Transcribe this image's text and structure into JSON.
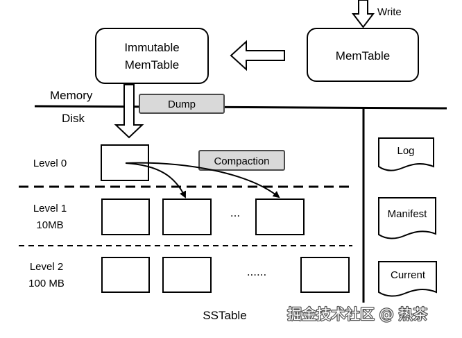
{
  "top": {
    "write_label": "Write",
    "memtable_label": "MemTable",
    "immutable_line1": "Immutable",
    "immutable_line2": "MemTable"
  },
  "divider": {
    "memory_label": "Memory",
    "disk_label": "Disk",
    "dump_label": "Dump"
  },
  "levels": [
    {
      "name": "Level 0",
      "size": ""
    },
    {
      "name": "Level 1",
      "size": "10MB"
    },
    {
      "name": "Level 2",
      "size": "100 MB"
    }
  ],
  "compaction_label": "Compaction",
  "ellipsis_level1": "...",
  "ellipsis_level2": "......",
  "sstable_label": "SSTable",
  "files": [
    "Log",
    "Manifest",
    "Current"
  ],
  "watermark": "掘金技术社区 @ 热茶",
  "colors": {
    "line": "#000000",
    "tag_fill": "#d9d9d9",
    "tag_stroke": "#4a4a4a",
    "background": "#ffffff"
  }
}
